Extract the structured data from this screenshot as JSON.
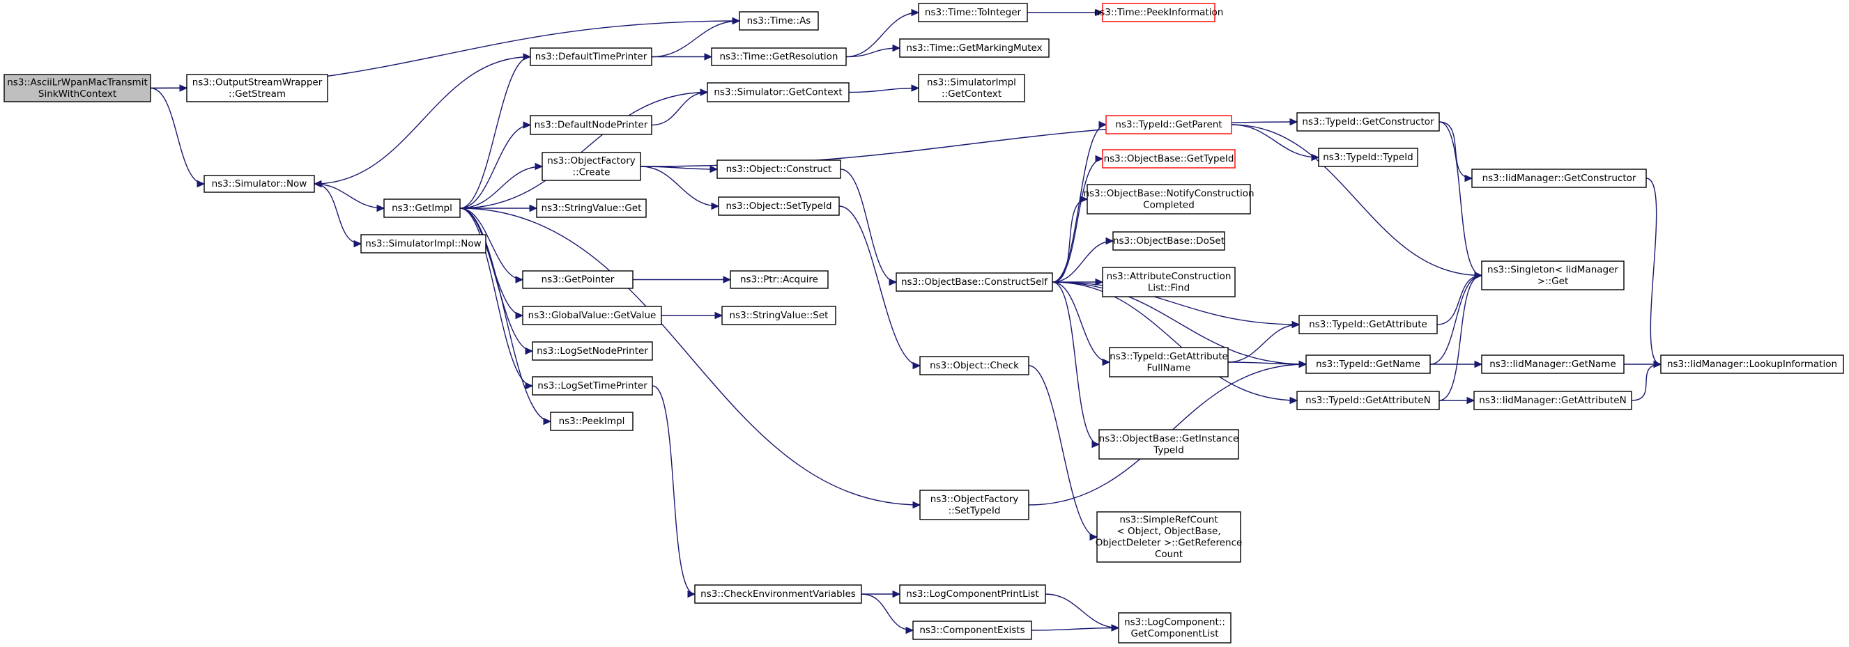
{
  "colors": {
    "edge": "#191970",
    "root_fill": "#bfbfbf",
    "truncated_border": "#ff0000",
    "border": "#000000"
  },
  "nodes": [
    {
      "id": "root",
      "lines": [
        "ns3::AsciiLrWpanMacTransmit",
        "SinkWithContext"
      ],
      "style": "root"
    },
    {
      "id": "osw_getstream",
      "lines": [
        "ns3::OutputStreamWrapper",
        "::GetStream"
      ]
    },
    {
      "id": "sim_now",
      "lines": [
        "ns3::Simulator::Now"
      ]
    },
    {
      "id": "time_as",
      "lines": [
        "ns3::Time::As"
      ]
    },
    {
      "id": "default_time_printer",
      "lines": [
        "ns3::DefaultTimePrinter"
      ]
    },
    {
      "id": "time_getres",
      "lines": [
        "ns3::Time::GetResolution"
      ]
    },
    {
      "id": "time_tointeger",
      "lines": [
        "ns3::Time::ToInteger"
      ]
    },
    {
      "id": "time_peekinfo",
      "lines": [
        "ns3::Time::PeekInformation"
      ],
      "style": "red"
    },
    {
      "id": "time_getmarkingmutex",
      "lines": [
        "ns3::Time::GetMarkingMutex"
      ]
    },
    {
      "id": "sim_getcontext",
      "lines": [
        "ns3::Simulator::GetContext"
      ]
    },
    {
      "id": "simimpl_getcontext",
      "lines": [
        "ns3::SimulatorImpl",
        "::GetContext"
      ]
    },
    {
      "id": "default_node_printer",
      "lines": [
        "ns3::DefaultNodePrinter"
      ]
    },
    {
      "id": "objfactory_create",
      "lines": [
        "ns3::ObjectFactory",
        "::Create"
      ]
    },
    {
      "id": "object_construct",
      "lines": [
        "ns3::Object::Construct"
      ]
    },
    {
      "id": "object_settypeid",
      "lines": [
        "ns3::Object::SetTypeId"
      ]
    },
    {
      "id": "getimpl",
      "lines": [
        "ns3::GetImpl"
      ]
    },
    {
      "id": "stringvalue_get",
      "lines": [
        "ns3::StringValue::Get"
      ]
    },
    {
      "id": "simimpl_now",
      "lines": [
        "ns3::SimulatorImpl::Now"
      ]
    },
    {
      "id": "getpointer",
      "lines": [
        "ns3::GetPointer"
      ]
    },
    {
      "id": "ptr_acquire",
      "lines": [
        "ns3::Ptr::Acquire"
      ]
    },
    {
      "id": "globalvalue_getvalue",
      "lines": [
        "ns3::GlobalValue::GetValue"
      ]
    },
    {
      "id": "stringvalue_set",
      "lines": [
        "ns3::StringValue::Set"
      ]
    },
    {
      "id": "logsetnodeprinter",
      "lines": [
        "ns3::LogSetNodePrinter"
      ]
    },
    {
      "id": "logsettimeprinter",
      "lines": [
        "ns3::LogSetTimePrinter"
      ]
    },
    {
      "id": "peekimpl",
      "lines": [
        "ns3::PeekImpl"
      ]
    },
    {
      "id": "objbase_constructself",
      "lines": [
        "ns3::ObjectBase::ConstructSelf"
      ]
    },
    {
      "id": "object_check",
      "lines": [
        "ns3::Object::Check"
      ]
    },
    {
      "id": "objfactory_settypeid",
      "lines": [
        "ns3::ObjectFactory",
        "::SetTypeId"
      ]
    },
    {
      "id": "check_env_vars",
      "lines": [
        "ns3::CheckEnvironmentVariables"
      ]
    },
    {
      "id": "logcomp_printlist",
      "lines": [
        "ns3::LogComponentPrintList"
      ]
    },
    {
      "id": "component_exists",
      "lines": [
        "ns3::ComponentExists"
      ]
    },
    {
      "id": "logcomp_getlist",
      "lines": [
        "ns3::LogComponent::",
        "GetComponentList"
      ]
    },
    {
      "id": "typeid_getparent",
      "lines": [
        "ns3::TypeId::GetParent"
      ],
      "style": "red"
    },
    {
      "id": "objbase_gettypeid",
      "lines": [
        "ns3::ObjectBase::GetTypeId"
      ],
      "style": "red"
    },
    {
      "id": "objbase_notify",
      "lines": [
        "ns3::ObjectBase::NotifyConstruction",
        "Completed"
      ]
    },
    {
      "id": "objbase_doset",
      "lines": [
        "ns3::ObjectBase::DoSet"
      ]
    },
    {
      "id": "attrconstr_find",
      "lines": [
        "ns3::AttributeConstruction",
        "List::Find"
      ]
    },
    {
      "id": "typeid_getattrfullname",
      "lines": [
        "ns3::TypeId::GetAttribute",
        "FullName"
      ]
    },
    {
      "id": "objbase_getinstancetypeid",
      "lines": [
        "ns3::ObjectBase::GetInstance",
        "TypeId"
      ]
    },
    {
      "id": "simplerefcount",
      "lines": [
        "ns3::SimpleRefCount",
        "< Object, ObjectBase,",
        "ObjectDeleter >::GetReference",
        "Count"
      ]
    },
    {
      "id": "typeid_getconstructor",
      "lines": [
        "ns3::TypeId::GetConstructor"
      ]
    },
    {
      "id": "typeid_typeid",
      "lines": [
        "ns3::TypeId::TypeId"
      ]
    },
    {
      "id": "typeid_getattribute",
      "lines": [
        "ns3::TypeId::GetAttribute"
      ]
    },
    {
      "id": "typeid_getname",
      "lines": [
        "ns3::TypeId::GetName"
      ]
    },
    {
      "id": "typeid_getattributen",
      "lines": [
        "ns3::TypeId::GetAttributeN"
      ]
    },
    {
      "id": "iidmgr_getconstructor",
      "lines": [
        "ns3::IidManager::GetConstructor"
      ]
    },
    {
      "id": "singleton_get",
      "lines": [
        "ns3::Singleton< IidManager",
        ">::Get"
      ]
    },
    {
      "id": "iidmgr_getname",
      "lines": [
        "ns3::IidManager::GetName"
      ]
    },
    {
      "id": "iidmgr_getattributen",
      "lines": [
        "ns3::IidManager::GetAttributeN"
      ]
    },
    {
      "id": "iidmgr_lookupinfo",
      "lines": [
        "ns3::IidManager::LookupInformation"
      ]
    }
  ],
  "edges": [
    [
      "root",
      "osw_getstream"
    ],
    [
      "root",
      "sim_now"
    ],
    [
      "root",
      "time_as"
    ],
    [
      "sim_now",
      "getimpl"
    ],
    [
      "sim_now",
      "simimpl_now"
    ],
    [
      "getimpl",
      "default_time_printer"
    ],
    [
      "getimpl",
      "sim_getcontext"
    ],
    [
      "getimpl",
      "default_node_printer"
    ],
    [
      "getimpl",
      "objfactory_create"
    ],
    [
      "getimpl",
      "stringvalue_get"
    ],
    [
      "getimpl",
      "getpointer"
    ],
    [
      "getimpl",
      "globalvalue_getvalue"
    ],
    [
      "getimpl",
      "logsetnodeprinter"
    ],
    [
      "getimpl",
      "logsettimeprinter"
    ],
    [
      "getimpl",
      "peekimpl"
    ],
    [
      "getimpl",
      "objfactory_settypeid"
    ],
    [
      "default_time_printer",
      "time_as"
    ],
    [
      "default_time_printer",
      "time_getres"
    ],
    [
      "default_time_printer",
      "sim_now"
    ],
    [
      "time_getres",
      "time_tointeger"
    ],
    [
      "time_getres",
      "time_getmarkingmutex"
    ],
    [
      "time_tointeger",
      "time_peekinfo"
    ],
    [
      "sim_getcontext",
      "simimpl_getcontext"
    ],
    [
      "default_node_printer",
      "sim_getcontext"
    ],
    [
      "objfactory_create",
      "object_construct"
    ],
    [
      "objfactory_create",
      "object_settypeid"
    ],
    [
      "objfactory_create",
      "typeid_getconstructor"
    ],
    [
      "object_construct",
      "objbase_constructself"
    ],
    [
      "object_settypeid",
      "object_check"
    ],
    [
      "getpointer",
      "ptr_acquire"
    ],
    [
      "globalvalue_getvalue",
      "stringvalue_set"
    ],
    [
      "logsettimeprinter",
      "check_env_vars"
    ],
    [
      "check_env_vars",
      "logcomp_printlist"
    ],
    [
      "check_env_vars",
      "component_exists"
    ],
    [
      "logcomp_printlist",
      "logcomp_getlist"
    ],
    [
      "component_exists",
      "logcomp_getlist"
    ],
    [
      "objfactory_settypeid",
      "typeid_getname"
    ],
    [
      "object_check",
      "simplerefcount"
    ],
    [
      "objbase_constructself",
      "typeid_getparent"
    ],
    [
      "objbase_constructself",
      "objbase_gettypeid"
    ],
    [
      "objbase_constructself",
      "objbase_notify"
    ],
    [
      "objbase_constructself",
      "objbase_doset"
    ],
    [
      "objbase_constructself",
      "attrconstr_find"
    ],
    [
      "objbase_constructself",
      "typeid_getattribute"
    ],
    [
      "objbase_constructself",
      "typeid_getattrfullname"
    ],
    [
      "objbase_constructself",
      "typeid_getname"
    ],
    [
      "objbase_constructself",
      "objbase_getinstancetypeid"
    ],
    [
      "objbase_constructself",
      "typeid_getattributen"
    ],
    [
      "typeid_getparent",
      "typeid_typeid"
    ],
    [
      "typeid_getparent",
      "singleton_get"
    ],
    [
      "typeid_getattrfullname",
      "typeid_getattribute"
    ],
    [
      "typeid_getattrfullname",
      "typeid_getname"
    ],
    [
      "typeid_getconstructor",
      "iidmgr_getconstructor"
    ],
    [
      "typeid_getconstructor",
      "singleton_get"
    ],
    [
      "typeid_getattribute",
      "singleton_get"
    ],
    [
      "typeid_getname",
      "singleton_get"
    ],
    [
      "typeid_getname",
      "iidmgr_getname"
    ],
    [
      "typeid_getattributen",
      "singleton_get"
    ],
    [
      "typeid_getattributen",
      "iidmgr_getattributen"
    ],
    [
      "iidmgr_getconstructor",
      "iidmgr_lookupinfo"
    ],
    [
      "iidmgr_getname",
      "iidmgr_lookupinfo"
    ],
    [
      "iidmgr_getattributen",
      "iidmgr_lookupinfo"
    ]
  ]
}
